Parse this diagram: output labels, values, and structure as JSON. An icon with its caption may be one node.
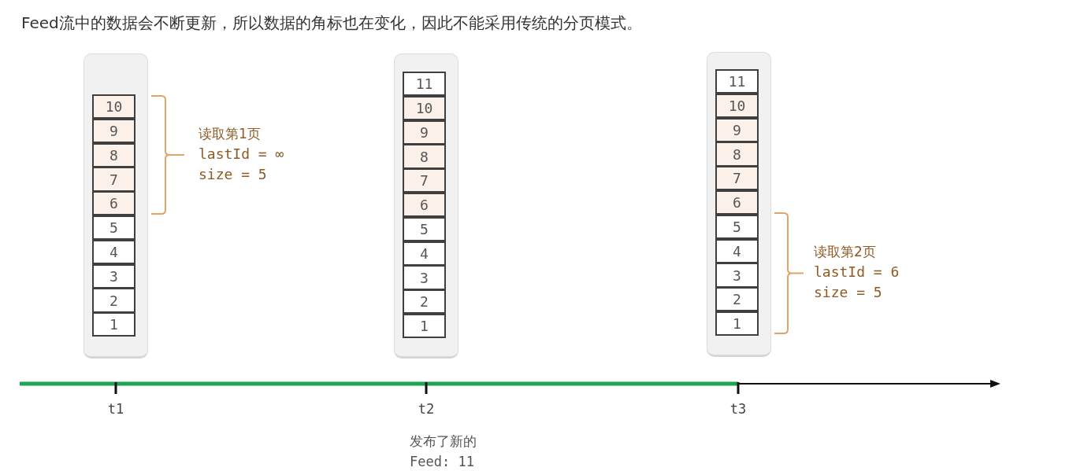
{
  "diagram": {
    "title": "Feed流中的数据会不断更新，所以数据的角标也在变化，因此不能采用传统的分页模式。",
    "nodes": [
      {
        "text": [],
        "shape": "box"
      },
      {
        "text": [
          "10"
        ],
        "in": 0
      },
      {
        "text": [
          "9"
        ],
        "in": 0
      },
      {
        "text": [
          "8"
        ],
        "in": 0
      },
      {
        "text": [
          "7"
        ],
        "in": 0
      },
      {
        "text": [
          "6"
        ],
        "in": 0
      },
      {
        "text": [
          "5"
        ],
        "in": 0
      },
      {
        "text": [
          "4"
        ],
        "in": 0
      },
      {
        "text": [
          "3"
        ],
        "in": 0
      },
      {
        "text": [
          "2"
        ],
        "in": 0
      },
      {
        "text": [
          "1"
        ],
        "in": 0
      },
      {
        "text": [],
        "shape": "box"
      },
      {
        "text": [
          "11"
        ],
        "in": 11
      },
      {
        "text": [
          "10"
        ],
        "in": 11
      },
      {
        "text": [
          "9"
        ],
        "in": 11
      },
      {
        "text": [
          "8"
        ],
        "in": 11
      },
      {
        "text": [
          "7"
        ],
        "in": 11
      },
      {
        "text": [
          "6"
        ],
        "in": 11
      },
      {
        "text": [
          "5"
        ],
        "in": 11
      },
      {
        "text": [
          "4"
        ],
        "in": 11
      },
      {
        "text": [
          "3"
        ],
        "in": 11
      },
      {
        "text": [
          "2"
        ],
        "in": 11
      },
      {
        "text": [
          "1"
        ],
        "in": 11
      },
      {
        "text": [],
        "shape": "box"
      },
      {
        "text": [
          "11"
        ],
        "in": 23
      },
      {
        "text": [
          "10"
        ],
        "in": 23
      },
      {
        "text": [
          "9"
        ],
        "in": 23
      },
      {
        "text": [
          "8"
        ],
        "in": 23
      },
      {
        "text": [
          "7"
        ],
        "in": 23
      },
      {
        "text": [
          "6"
        ],
        "in": 23
      },
      {
        "text": [
          "5"
        ],
        "in": 23
      },
      {
        "text": [
          "4"
        ],
        "in": 23
      },
      {
        "text": [
          "3"
        ],
        "in": 23
      },
      {
        "text": [
          "2"
        ],
        "in": 23
      },
      {
        "text": [
          "1"
        ],
        "in": 23
      }
    ],
    "labels": [
      "读取第1页",
      "lastId = ∞",
      "size = 5",
      "读取第2页",
      "lastId = 6",
      "size = 5",
      "t1",
      "t2",
      "t3",
      "发布了新的 Feed: 11"
    ]
  }
}
